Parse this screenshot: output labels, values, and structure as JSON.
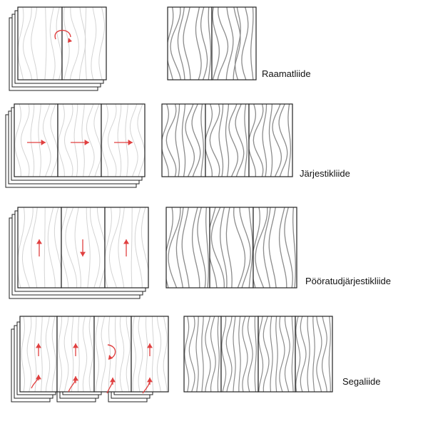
{
  "diagram": {
    "rows": [
      {
        "label": "Raamatliide",
        "panels": 2
      },
      {
        "label": "Järjestikliide",
        "panels": 3
      },
      {
        "label": "Pööratudjärjestikliide",
        "panels": 3
      },
      {
        "label": "Segaliide",
        "panels": 4
      }
    ],
    "colors": {
      "grain_light": "#d4d4d4",
      "grain_dark": "#8c8c8c",
      "border": "#222222",
      "arrow": "#e04040"
    }
  }
}
